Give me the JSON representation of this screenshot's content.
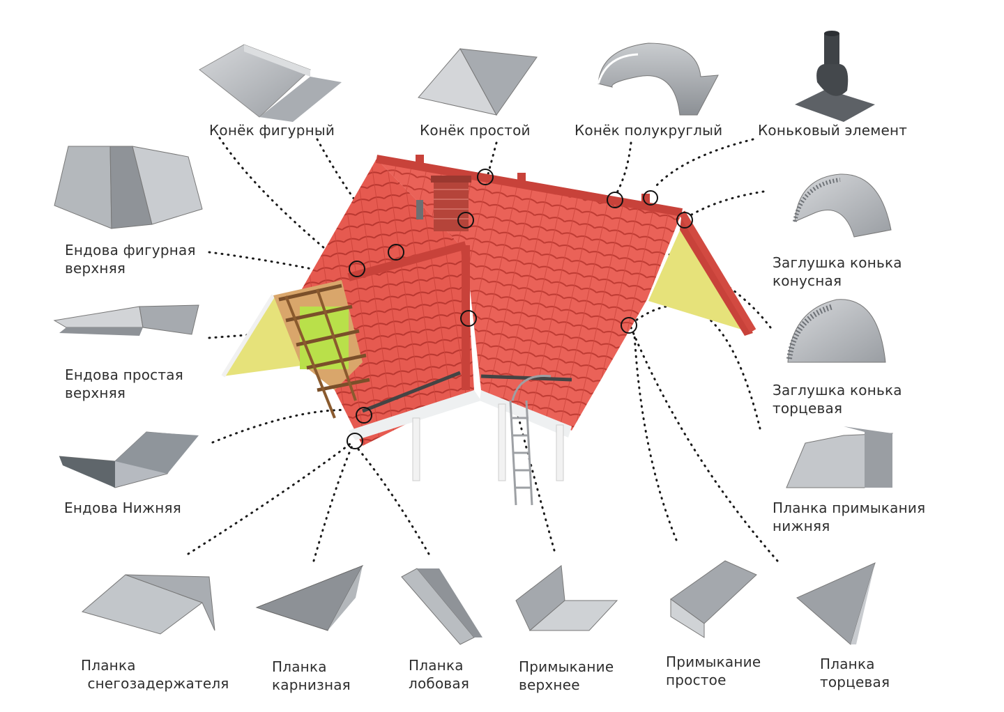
{
  "colors": {
    "roof": "#e8524a",
    "roof_dark": "#b8362f",
    "metal": "#b9bcc0",
    "metal_dark": "#8e9297",
    "gable": "#e6e27a",
    "dots": "#1a1a1a",
    "label_text": "#2e2e2e"
  },
  "labels": {
    "ridge_figured": "Конёк фигурный",
    "ridge_simple": "Конёк простой",
    "ridge_semicircular": "Конёк полукруглый",
    "ridge_element": "Коньковый элемент",
    "valley_figured_upper": [
      "Ендова фигурная",
      "верхняя"
    ],
    "valley_simple_upper": [
      "Ендова простая",
      "верхняя"
    ],
    "valley_lower": "Ендова Нижняя",
    "ridge_cap_conical": [
      "Заглушка конька",
      "конусная"
    ],
    "ridge_cap_end": [
      "Заглушка конька",
      "торцевая"
    ],
    "abutment_strip_lower": [
      "Планка примыкания",
      "нижняя"
    ],
    "snow_guard_strip": [
      "Планка",
      "снегозадержателя"
    ],
    "eaves_strip": [
      "Планка",
      "карнизная"
    ],
    "front_strip": [
      "Планка",
      "лобовая"
    ],
    "abutment_upper": [
      "Примыкание",
      "верхнее"
    ],
    "abutment_simple": [
      "Примыкание",
      "простое"
    ],
    "end_strip": [
      "Планка",
      "торцевая"
    ]
  },
  "icons": {
    "house": "roof-house-icon",
    "ridge_figured": "ridge-figured-icon",
    "ridge_simple": "ridge-simple-icon",
    "ridge_semicircular": "ridge-semicircular-icon",
    "ridge_element": "ridge-vent-element-icon",
    "valley_figured_upper": "valley-figured-icon",
    "valley_simple_upper": "valley-simple-icon",
    "valley_lower": "valley-lower-icon",
    "ridge_cap_conical": "ridge-cap-conical-icon",
    "ridge_cap_end": "ridge-cap-end-icon",
    "abutment_strip_lower": "abutment-strip-lower-icon",
    "snow_guard_strip": "snow-guard-strip-icon",
    "eaves_strip": "eaves-strip-icon",
    "front_strip": "front-strip-icon",
    "abutment_upper": "abutment-upper-icon",
    "abutment_simple": "abutment-simple-icon",
    "end_strip": "end-strip-icon"
  }
}
